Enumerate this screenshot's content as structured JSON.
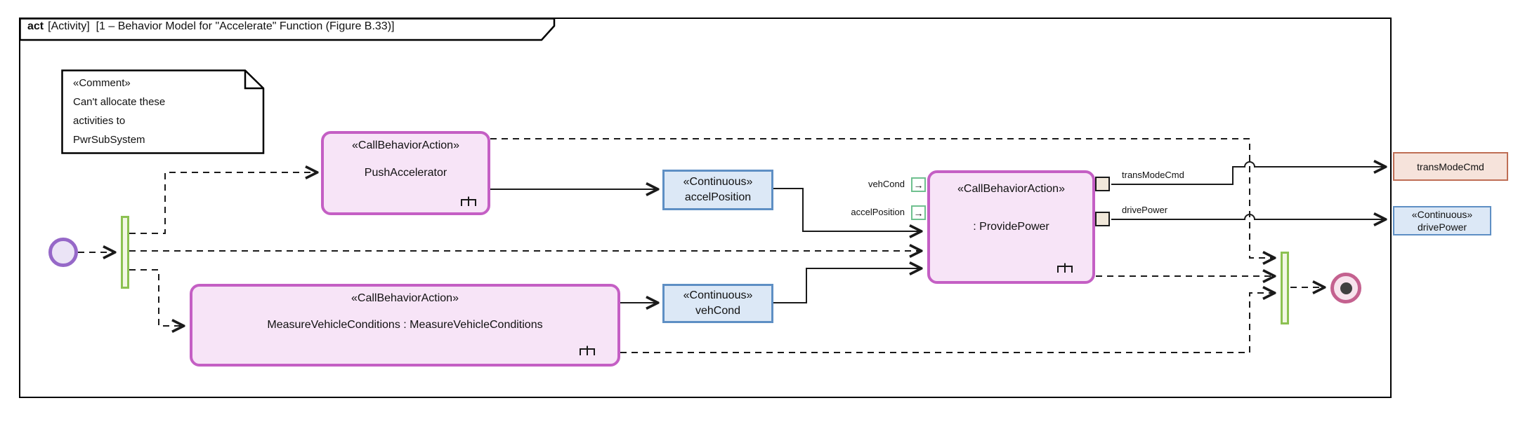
{
  "frame": {
    "title_keyword": "act",
    "title_detail": "[Activity]  [1 – Behavior Model for \"Accelerate\" Function (Figure B.33)]"
  },
  "comment": {
    "stereotype": "«Comment»",
    "lines": [
      "Can't allocate these",
      "activities to",
      "PwrSubSystem"
    ]
  },
  "actions": {
    "push_accelerator": {
      "stereotype": "«CallBehaviorAction»",
      "name": "PushAccelerator"
    },
    "measure_vehicle_conditions": {
      "stereotype": "«CallBehaviorAction»",
      "name": "MeasureVehicleConditions : MeasureVehicleConditions"
    },
    "provide_power": {
      "stereotype": "«CallBehaviorAction»",
      "name": ": ProvidePower"
    }
  },
  "object_nodes": {
    "accel_position": {
      "stereotype": "«Continuous»",
      "name": "accelPosition"
    },
    "veh_cond": {
      "stereotype": "«Continuous»",
      "name": "vehCond"
    },
    "drive_power": {
      "stereotype": "«Continuous»",
      "name": "drivePower"
    },
    "trans_mode_cmd": {
      "name": "transModeCmd"
    }
  },
  "pins": {
    "veh_cond_in": "vehCond",
    "accel_position_in": "accelPosition",
    "trans_mode_cmd_out": "transModeCmd",
    "drive_power_out": "drivePower",
    "arrow_glyph": "→"
  },
  "colors": {
    "action_border": "#c45fc4",
    "action_fill": "#f7e4f7",
    "continuous_border": "#5e8fc4",
    "continuous_fill": "#dce8f6",
    "fork_border": "#8cc152",
    "fork_fill": "#f2f7e4",
    "initial_border": "#9668c8",
    "initial_fill": "#ebe4f6",
    "final_border": "#c4618f",
    "final_fill": "#f7e3ed",
    "final_dot": "#404040",
    "in_pin_border": "#6fc08f",
    "out_pin_fill": "#f1e8da",
    "out_pin_border": "#1a1a1a",
    "trans_border": "#bf6e55",
    "trans_fill": "#f6e3db",
    "edge": "#1a1a1a"
  }
}
